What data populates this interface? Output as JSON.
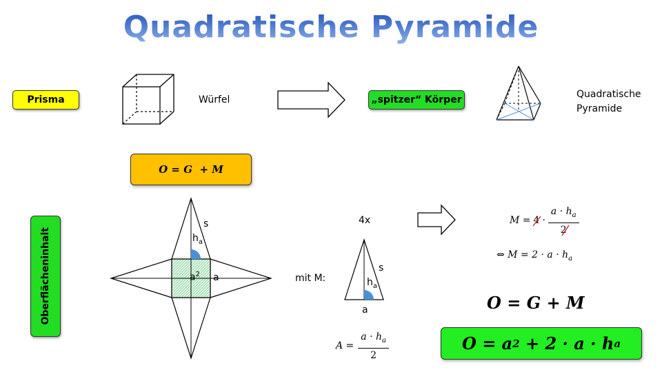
{
  "title": "Quadratische Pyramide",
  "top_row": {
    "prisma_label": "Prisma",
    "wuerfel_label": "Würfel",
    "spitzer_label": "„spitzer“ Körper",
    "pyramide_label_line1": "Quadratische",
    "pyramide_label_line2": "Pyramide"
  },
  "formula_top": "O = G  + M",
  "side_label": "Oberflächeninhalt",
  "net_labels": {
    "s": "s",
    "ha_h": "h",
    "ha_sub": "a",
    "a2_base": "a",
    "a2_exp": "2",
    "a": "a"
  },
  "triangle": {
    "count": "4x",
    "mit_m": "mit M:",
    "s": "s",
    "ha_h": "h",
    "ha_sub": "a",
    "a": "a",
    "area_lhs": "A =",
    "area_num": "a · h",
    "area_num_sub": "a",
    "area_den": "2"
  },
  "m_formula": {
    "lhs": "M =",
    "four": "4",
    "dot": "·",
    "num": "a · h",
    "num_sub": "a",
    "den": "2",
    "line2": "⇔ M = 2 · a · h",
    "line2_sub": "a"
  },
  "o_formula": "O = G + M",
  "final_formula": {
    "pre": "O = a",
    "exp": "2",
    "post": " + 2 · a · h",
    "sub": "a"
  },
  "colors": {
    "yellow": "#ffff00",
    "green": "#22dd22",
    "orange": "#ffc000",
    "hatch": "#bfe5c8",
    "angle": "#4a8fd8"
  }
}
